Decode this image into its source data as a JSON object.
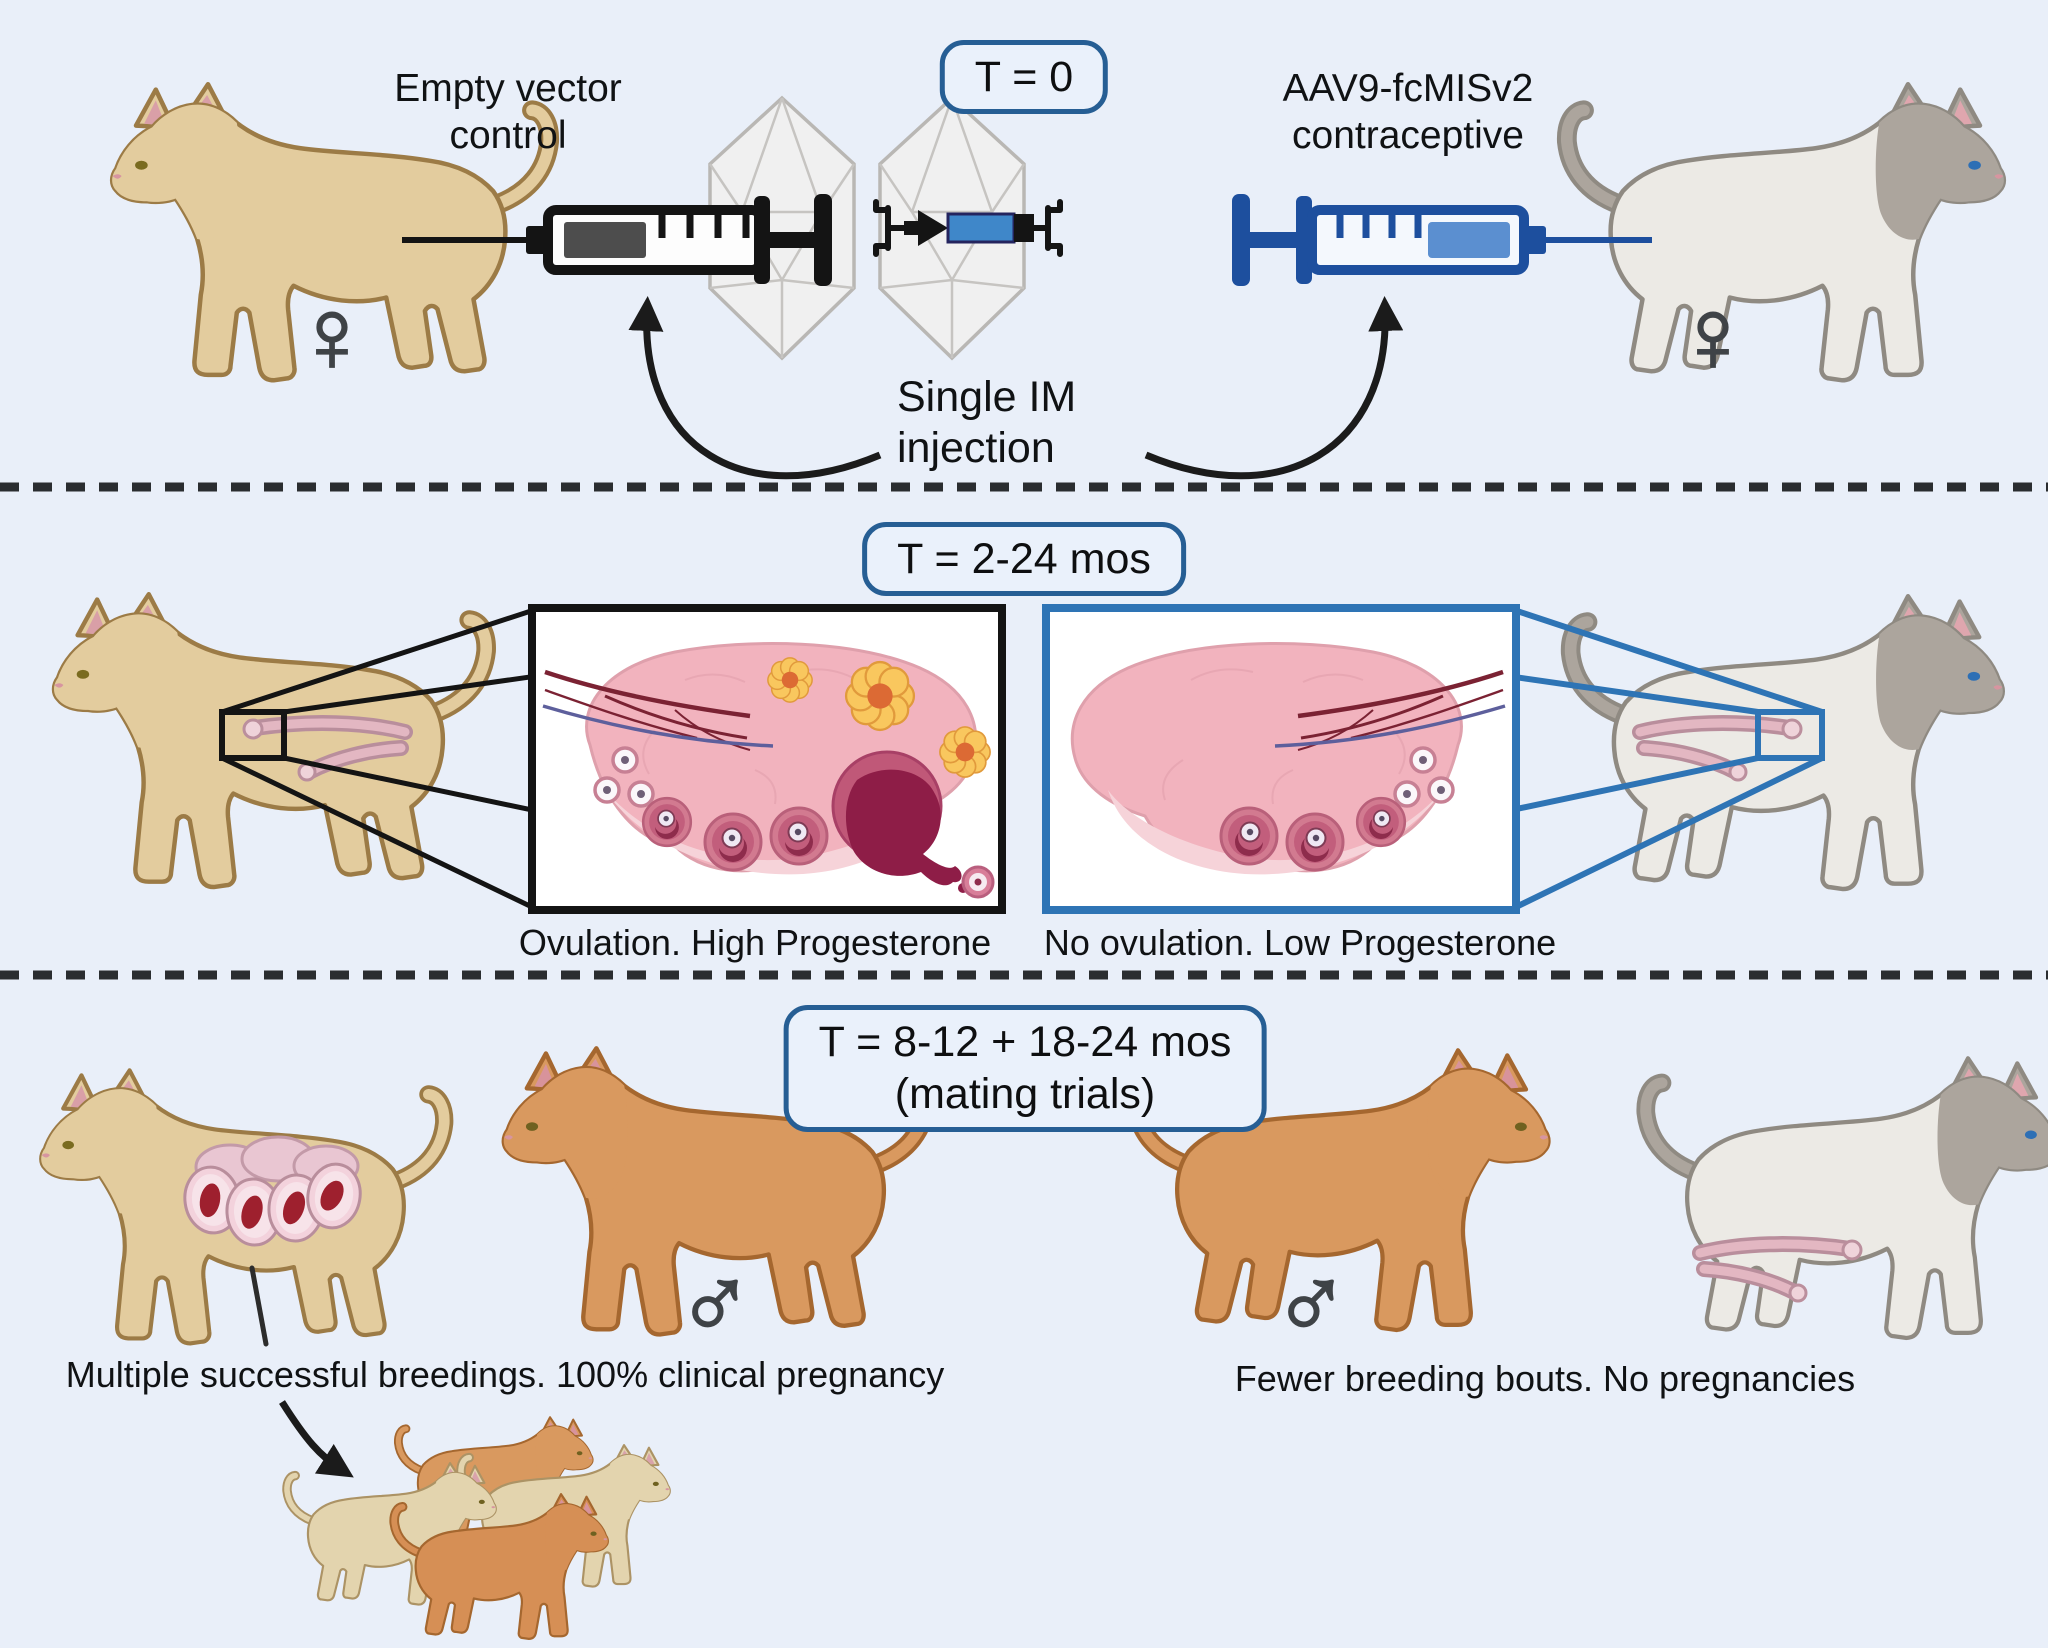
{
  "t0": {
    "badge": "T = 0",
    "control_label": "Empty vector control",
    "treated_label": "AAV9-fcMISv2 contraceptive",
    "injection_label": "Single IM injection",
    "control_female_symbol": "♀",
    "treated_female_symbol": "♀"
  },
  "t2_24": {
    "badge": "T = 2-24 mos",
    "control_caption": "Ovulation. High Progesterone",
    "treated_caption": "No ovulation. Low Progesterone"
  },
  "mating": {
    "badge_line1": "T = 8-12 + 18-24 mos",
    "badge_line2": "(mating trials)",
    "control_caption": "Multiple successful breedings. 100% clinical pregnancy",
    "treated_caption": "Fewer breeding bouts. No pregnancies",
    "control_male_symbol": "♂",
    "treated_male_symbol": "♂"
  },
  "palette": {
    "background": "#E9EFF9",
    "badge_border_blue": "#265E94",
    "inset_border_black": "#141414",
    "inset_border_blue": "#2E74B5",
    "syringe_black": "#141414",
    "syringe_blue": "#1D4F9E",
    "syringe_blue_fill": "#5B8FD0",
    "tan_cat": "#E3CC9E",
    "white_cat": "#ECEAE5",
    "gray_patch": "#ACA59D",
    "orange_cat": "#D9995F",
    "cream_kitten": "#E3D4AE",
    "ovary_pink": "#F2B3BE",
    "corpus_luteum_yellow": "#F9C75E",
    "follicle_dark": "#8E2C4C",
    "rupture_magenta": "#8E1D47",
    "sex_symbol_gray": "#3F4347"
  }
}
